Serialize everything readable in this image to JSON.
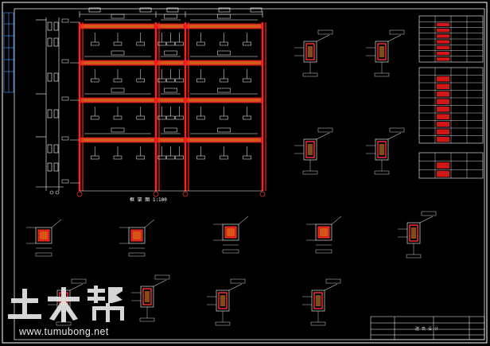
{
  "drawing": {
    "background": "#000000",
    "frame_color": "#ffffff",
    "column_color": "#ff2020",
    "beam_color": "#d01818",
    "hatch_color": "#ff6040",
    "title_text": "框 架 图  1:100",
    "title_block_name": "建 筑 设 计"
  },
  "watermark": {
    "logo_text": "土木帮",
    "url": "www.tumubong.net"
  },
  "tables": {
    "table_1_rows": 8,
    "table_2_rows": 10,
    "table_3_rows": 3
  },
  "icons": {
    "frame": "structural-frame-elevation",
    "section": "beam-column-section-detail"
  }
}
